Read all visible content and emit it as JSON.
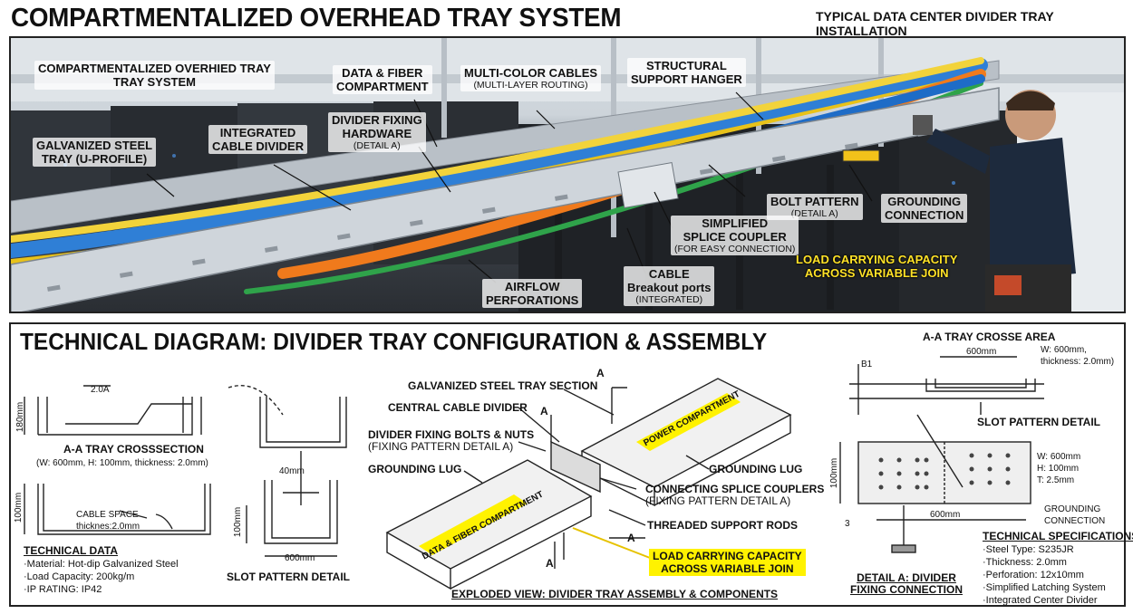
{
  "header": {
    "title": "COMPARTMENTALIZED OVERHEAD TRAY SYSTEM",
    "top_right": "TYPICAL DATA CENTER DIVIDER TRAY INSTALLATION"
  },
  "photo": {
    "callouts": {
      "system": "COMPARTMENTALIZED OVERHIED TRAY TRAY SYSTEM",
      "system_l1": "COMPARTMENTALIZED OVERHIED TRAY",
      "system_l2": "TRAY SYSTEM",
      "data_fiber_l1": "DATA & FIBER",
      "data_fiber_l2": "COMPARTMENT",
      "multicolor_l1": "MULTI-COLOR CABLES",
      "multicolor_l2": "(MULTI-LAYER ROUTING)",
      "hanger_l1": "STRUCTURAL",
      "hanger_l2": "SUPPORT HANGER",
      "divider_l1": "INTEGRATED",
      "divider_l2": "CABLE DIVIDER",
      "fixing_l1": "DIVIDER FIXING",
      "fixing_l2": "HARDWARE",
      "fixing_sub": "(DETAIL A)",
      "galv_l1": "GALVANIZED STEEL",
      "galv_l2": "TRAY (U-PROFILE)",
      "bolt_l1": "BOLT PATTERN",
      "bolt_sub": "(DETAIL A)",
      "ground_l1": "GROUNDING",
      "ground_l2": "CONNECTION",
      "splice_l1": "SIMPLIFIED",
      "splice_l2": "SPLICE COUPLER",
      "splice_sub": "(FOR EASY CONNECTION)",
      "load_l1": "LOAD CARRYING CAPACITY",
      "load_l2": "ACROSS VARIABLE JOIN",
      "cable_l1": "CABLE",
      "cable_l2": "Breakout ports",
      "cable_sub": "(INTEGRATED)",
      "airflow_l1": "AIRFLOW",
      "airflow_l2": "PERFORATIONS"
    },
    "colors": {
      "yellow": "#ffe227",
      "blue": "#2f7fd6",
      "orange": "#f07a1c",
      "green": "#2fa34a"
    }
  },
  "tech": {
    "title": "TECHNICAL DIAGRAM: DIVIDER TRAY CONFIGURATION & ASSEMBLY",
    "left": {
      "dim_2da": "2.0A",
      "dim_180": "180mm",
      "crosssection_title": "A-A TRAY CROSSSECTION",
      "crosssection_sub": "(W: 600mm, H: 100mm, thickness: 2.0mm)",
      "dim_100": "100mm",
      "cable_space_l1": "CABLE SPACE",
      "cable_space_l2": "thicknes:2.0mm",
      "tech_data_title": "TECHNICAL DATA",
      "tech_data_items": [
        "Material: Hot-dip Galvanized Steel",
        "Load Capacity: 200kg/m",
        "IP RATING: IP42"
      ],
      "dim_40": "40mm",
      "dim_100b": "100mm",
      "dim_600": "600mm",
      "slot_title": "SLOT PATTERN DETAIL"
    },
    "center": {
      "galv_section": "GALVANIZED STEEL TRAY SECTION",
      "central_divider": "CENTRAL CABLE DIVIDER",
      "bolts_l1": "DIVIDER FIXING BOLTS & NUTS",
      "bolts_sub": "(FIXING PATTERN DETAIL A)",
      "grounding_lug_left": "GROUNDING LUG",
      "grounding_lug_right": "GROUNDING LUG",
      "power_compartment": "POWER COMPARTMENT",
      "data_compartment": "DATA & FIBER COMPARTMENT",
      "splice_l1": "CONNECTING SPLICE COUPLERS",
      "splice_sub": "(FIXING PATTERN DETAIL A)",
      "rods": "THREADED SUPPORT RODS",
      "load_l1": "LOAD CARRYING CAPACITY",
      "load_l2": "ACROSS VARIABLE JOIN",
      "section_a": "A",
      "exploded_title": "EXPLODED VIEW: DIVIDER TRAY ASSEMBLY & COMPONENTS"
    },
    "right": {
      "crosse_title": "A-A TRAY CROSSE AREA",
      "dim_600": "600mm",
      "w_label_l1": "W: 600mm,",
      "w_label_l2": "thickness: 2.0mm)",
      "b1": "B1",
      "slot_title": "SLOT PATTERN DETAIL",
      "dim_100": "100mm",
      "spec_w": "W: 600mm",
      "spec_h": "H: 100mm",
      "spec_t": "T: 2.5mm",
      "grounding_l1": "GROUNDING",
      "grounding_l2": "CONNECTION",
      "dim_3": "3",
      "dim_600b": "600mm",
      "detail_l1": "DETAIL A: DIVIDER",
      "detail_l2": "FIXING CONNECTION",
      "spec_title": "TECHNICAL SPECIFICATIONS",
      "spec_items": [
        "Steel Type: S235JR",
        "Thickness: 2.0mm",
        "Perforation: 12x10mm",
        "Simplified Latching System",
        "Integrated Center Divider"
      ]
    }
  }
}
